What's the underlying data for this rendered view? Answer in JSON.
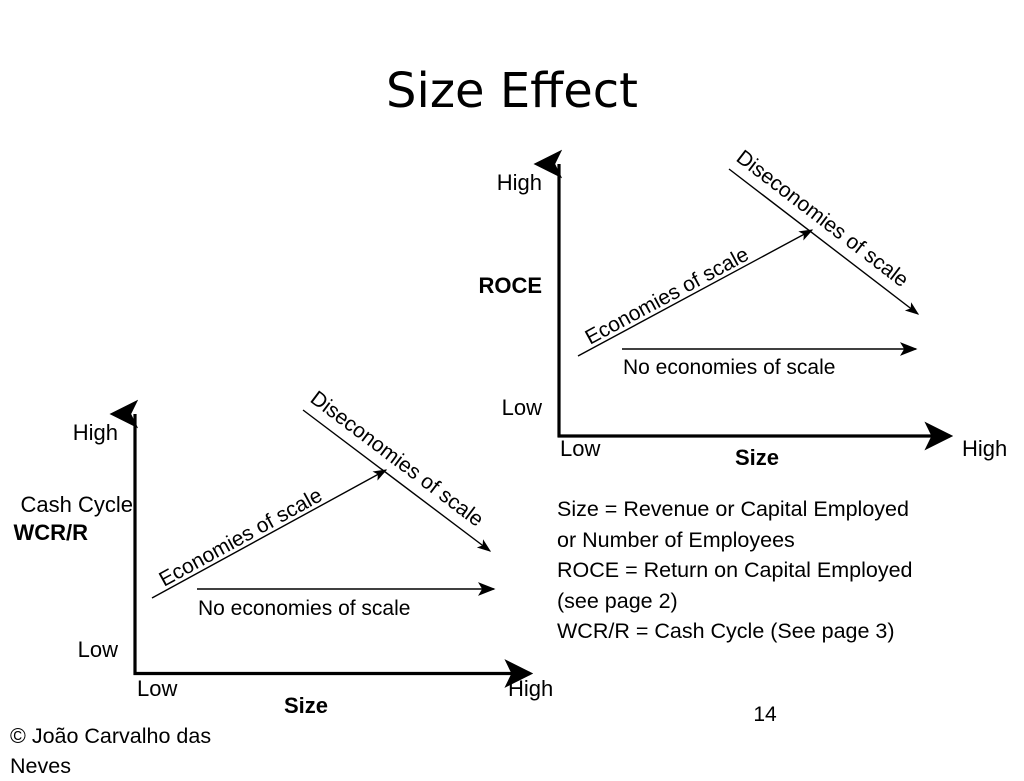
{
  "slide": {
    "title": "Size Effect",
    "page_number": "14",
    "copyright_line1": "© João Carvalho das",
    "copyright_line2": "Neves",
    "background_color": "#ffffff",
    "ink_color": "#000000"
  },
  "chart_data": [
    {
      "id": "roce-chart",
      "type": "line",
      "title": "",
      "xlabel": "Size",
      "ylabel": "ROCE",
      "ylabel_secondary": "",
      "x_ticks": [
        "Low",
        "High"
      ],
      "y_ticks": [
        "Low",
        "High"
      ],
      "grid": false,
      "legend": "none",
      "annotations": [
        {
          "name": "economies-of-scale",
          "text": "Economies of scale",
          "shape": "arrow",
          "direction": "up-right",
          "from": {
            "x": "Low",
            "y": "Low"
          },
          "to": {
            "x": "Mid",
            "y": "High"
          }
        },
        {
          "name": "diseconomies-of-scale",
          "text": "Diseconomies of scale",
          "shape": "arrow",
          "direction": "down-right",
          "from": {
            "x": "Mid",
            "y": "High"
          },
          "to": {
            "x": "High",
            "y": "Mid-Low"
          }
        },
        {
          "name": "no-economies-of-scale",
          "text": "No economies of scale",
          "shape": "arrow",
          "direction": "right",
          "from": {
            "x": "Low",
            "y": "Mid-Low"
          },
          "to": {
            "x": "High",
            "y": "Mid-Low"
          }
        }
      ]
    },
    {
      "id": "wcr-chart",
      "type": "line",
      "title": "",
      "xlabel": "Size",
      "ylabel": "Cash Cycle",
      "ylabel_secondary": "WCR/R",
      "x_ticks": [
        "Low",
        "High"
      ],
      "y_ticks": [
        "Low",
        "High"
      ],
      "grid": false,
      "legend": "none",
      "annotations": [
        {
          "name": "economies-of-scale",
          "text": "Economies of scale",
          "shape": "arrow",
          "direction": "up-right",
          "from": {
            "x": "Low",
            "y": "Low"
          },
          "to": {
            "x": "Mid",
            "y": "High"
          }
        },
        {
          "name": "diseconomies-of-scale",
          "text": "Diseconomies of scale",
          "shape": "arrow",
          "direction": "down-right",
          "from": {
            "x": "Mid",
            "y": "High"
          },
          "to": {
            "x": "High",
            "y": "Mid-Low"
          }
        },
        {
          "name": "no-economies-of-scale",
          "text": "No economies of scale",
          "shape": "arrow",
          "direction": "right",
          "from": {
            "x": "Low",
            "y": "Mid-Low"
          },
          "to": {
            "x": "High",
            "y": "Mid-Low"
          }
        }
      ]
    }
  ],
  "roce_chart": {
    "y_axis_label": "ROCE",
    "y_high": "High",
    "y_low": "Low",
    "x_axis_label": "Size",
    "x_low": "Low",
    "x_high": "High",
    "economies": "Economies of scale",
    "diseconomies": "Diseconomies of scale",
    "no_economies": "No economies of scale"
  },
  "wcr_chart": {
    "y_axis_label_line1": "Cash Cycle",
    "y_axis_label_line2": "WCR/R",
    "y_high": "High",
    "y_low": "Low",
    "x_axis_label": "Size",
    "x_low": "Low",
    "x_high": "High",
    "economies": "Economies of scale",
    "diseconomies": "Diseconomies of scale",
    "no_economies": "No economies of scale"
  },
  "legend": {
    "lines": [
      "Size = Revenue or Capital Employed",
      "or Number of Employees",
      "ROCE = Return on Capital Employed",
      "(see page 2)",
      "WCR/R = Cash Cycle (See page 3)"
    ]
  }
}
